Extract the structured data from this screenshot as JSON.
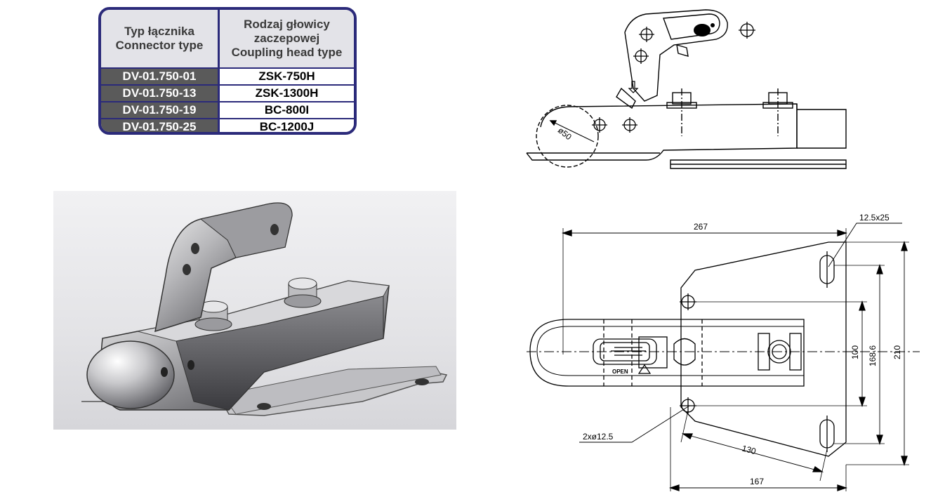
{
  "table": {
    "header_left": [
      "Typ łącznika",
      "Connector type"
    ],
    "header_right": [
      "Rodzaj głowicy",
      "zaczepowej",
      "Coupling head type"
    ],
    "rows": [
      {
        "connector": "DV-01.750-01",
        "head": "ZSK-750H"
      },
      {
        "connector": "DV-01.750-13",
        "head": "ZSK-1300H"
      },
      {
        "connector": "DV-01.750-19",
        "head": "BC-800I"
      },
      {
        "connector": "DV-01.750-25",
        "head": "BC-1200J"
      }
    ]
  },
  "side_view": {
    "ball_diameter": "ø50"
  },
  "top_view": {
    "length": "267",
    "slot": "12.5x25",
    "dim_100": "100",
    "dim_168_6": "168.6",
    "dim_210": "210",
    "holes": "2xø12.5",
    "dim_130": "130",
    "dim_167": "167",
    "open_label": "OPEN"
  },
  "colors": {
    "frame": "#2b2a7a",
    "code_cell": "#5a5a5a",
    "header_cell": "#e3e3e8"
  }
}
